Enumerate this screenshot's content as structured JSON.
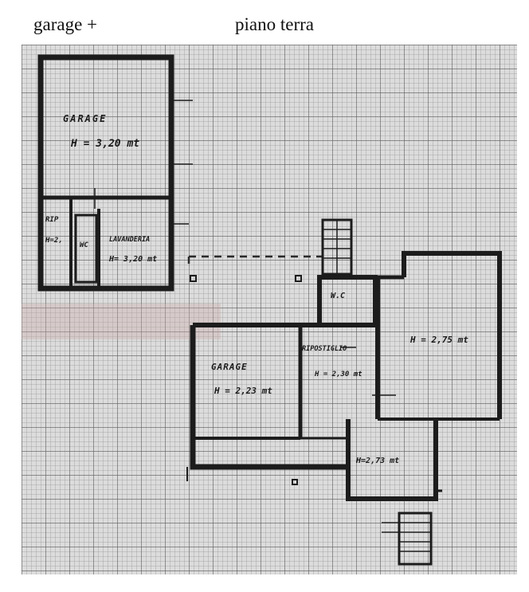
{
  "captions": {
    "left": "garage  +",
    "right": "piano terra"
  },
  "colors": {
    "paper": "#dcdcdc",
    "grid_minor": "#9a9a9a",
    "grid_major": "#5a5a5a",
    "wall": "#1c1c1c",
    "ink": "#1b1b1b",
    "stain": "#c9a9a6"
  },
  "plan": {
    "rooms": [
      {
        "id": "garage-upper",
        "labels": [
          "GARAGE",
          "H = 3,20 mt"
        ]
      },
      {
        "id": "rip",
        "labels": [
          "RIP",
          "H=2,"
        ]
      },
      {
        "id": "wc-upper",
        "labels": [
          "WC"
        ]
      },
      {
        "id": "lavanderia",
        "labels": [
          "LAVANDERIA",
          "H= 3,20 mt"
        ]
      },
      {
        "id": "wc-lower",
        "labels": [
          "W.C"
        ]
      },
      {
        "id": "garage-lower",
        "labels": [
          "GARAGE",
          "H = 2,23 mt"
        ]
      },
      {
        "id": "ripostiglio",
        "labels": [
          "RIPOSTIGLIO",
          "H = 2,30 mt"
        ]
      },
      {
        "id": "large-room",
        "labels": [
          "H = 2,75 mt"
        ]
      },
      {
        "id": "small-room",
        "labels": [
          "H=2,73 mt"
        ]
      }
    ]
  }
}
